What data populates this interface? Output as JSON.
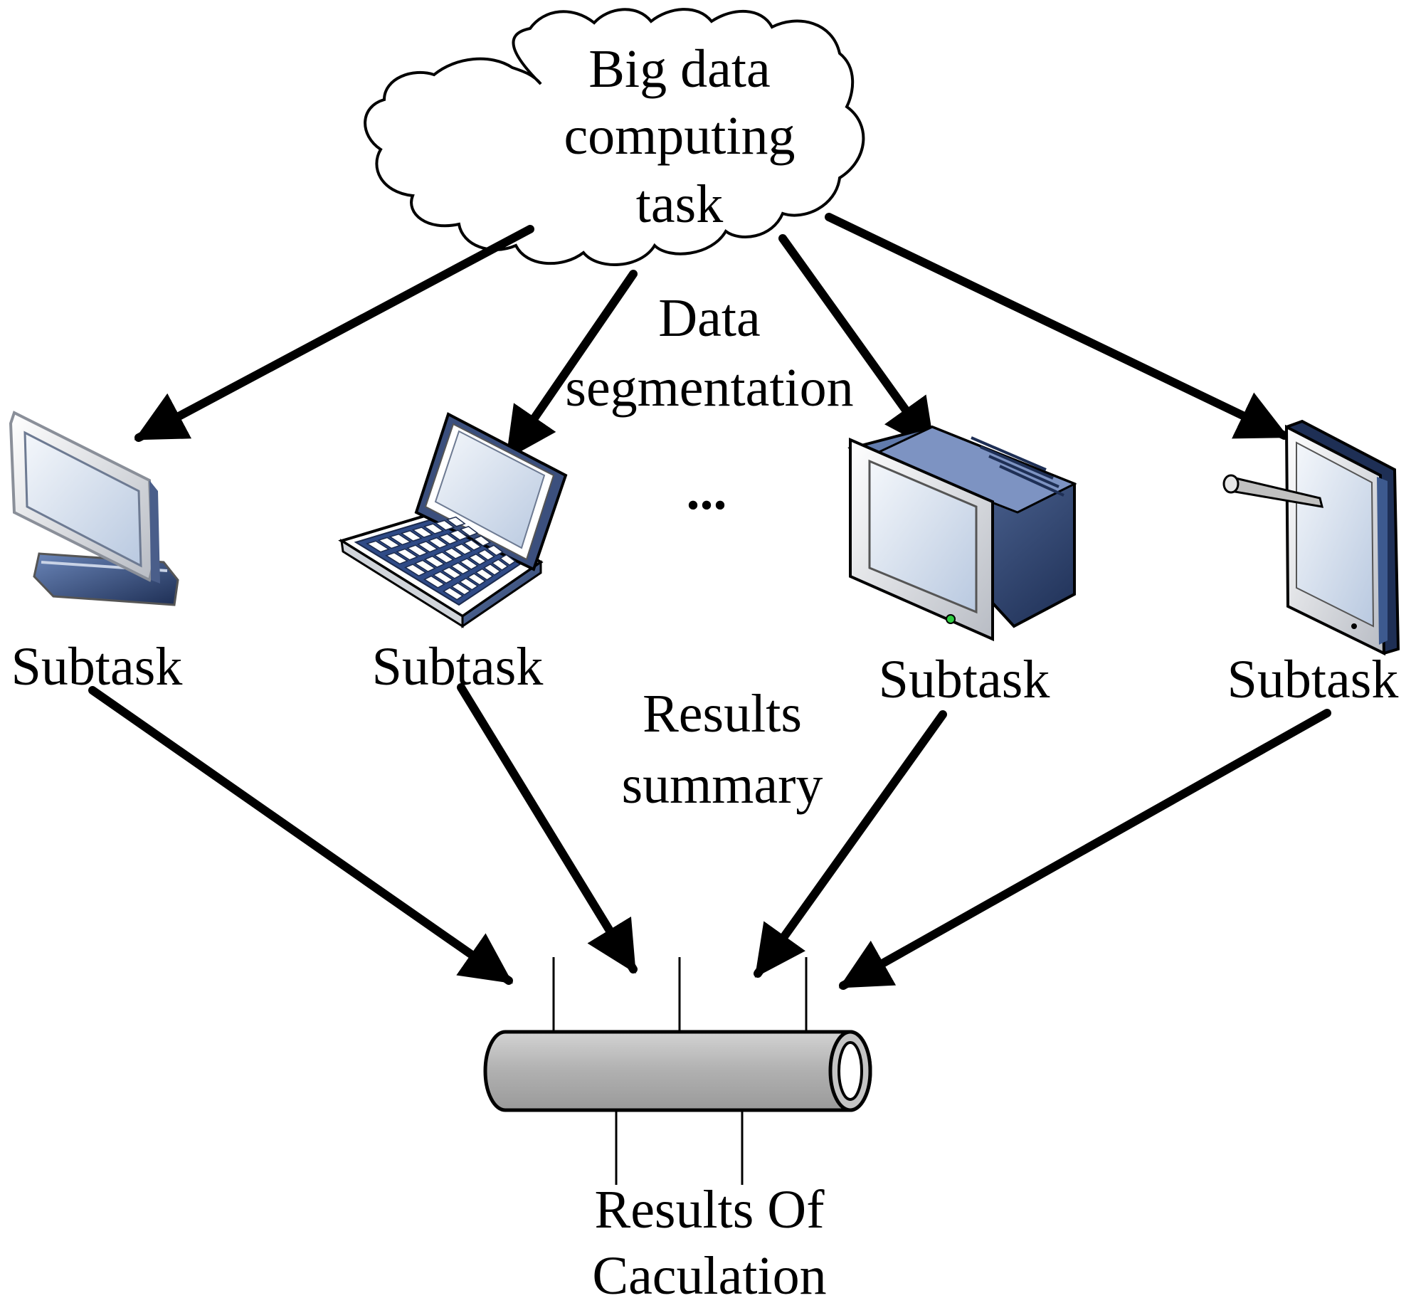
{
  "cloud": {
    "lines": [
      "Big data",
      "computing",
      "task"
    ]
  },
  "labels": {
    "segmentation": [
      "Data",
      "segmentation"
    ],
    "ellipsis": "...",
    "summary": [
      "Results",
      "summary"
    ],
    "result": [
      "Results Of",
      "Caculation"
    ]
  },
  "devices": [
    {
      "name": "desktop-monitor",
      "label": "Subtask"
    },
    {
      "name": "laptop",
      "label": "Subtask"
    },
    {
      "name": "crt-computer",
      "label": "Subtask"
    },
    {
      "name": "tablet",
      "label": "Subtask"
    }
  ],
  "colors": {
    "device_blue": "#3d5a8f",
    "screen_light": "#dde6f2",
    "pipe_gray": "#b3b3b3",
    "arrow": "#000000"
  }
}
